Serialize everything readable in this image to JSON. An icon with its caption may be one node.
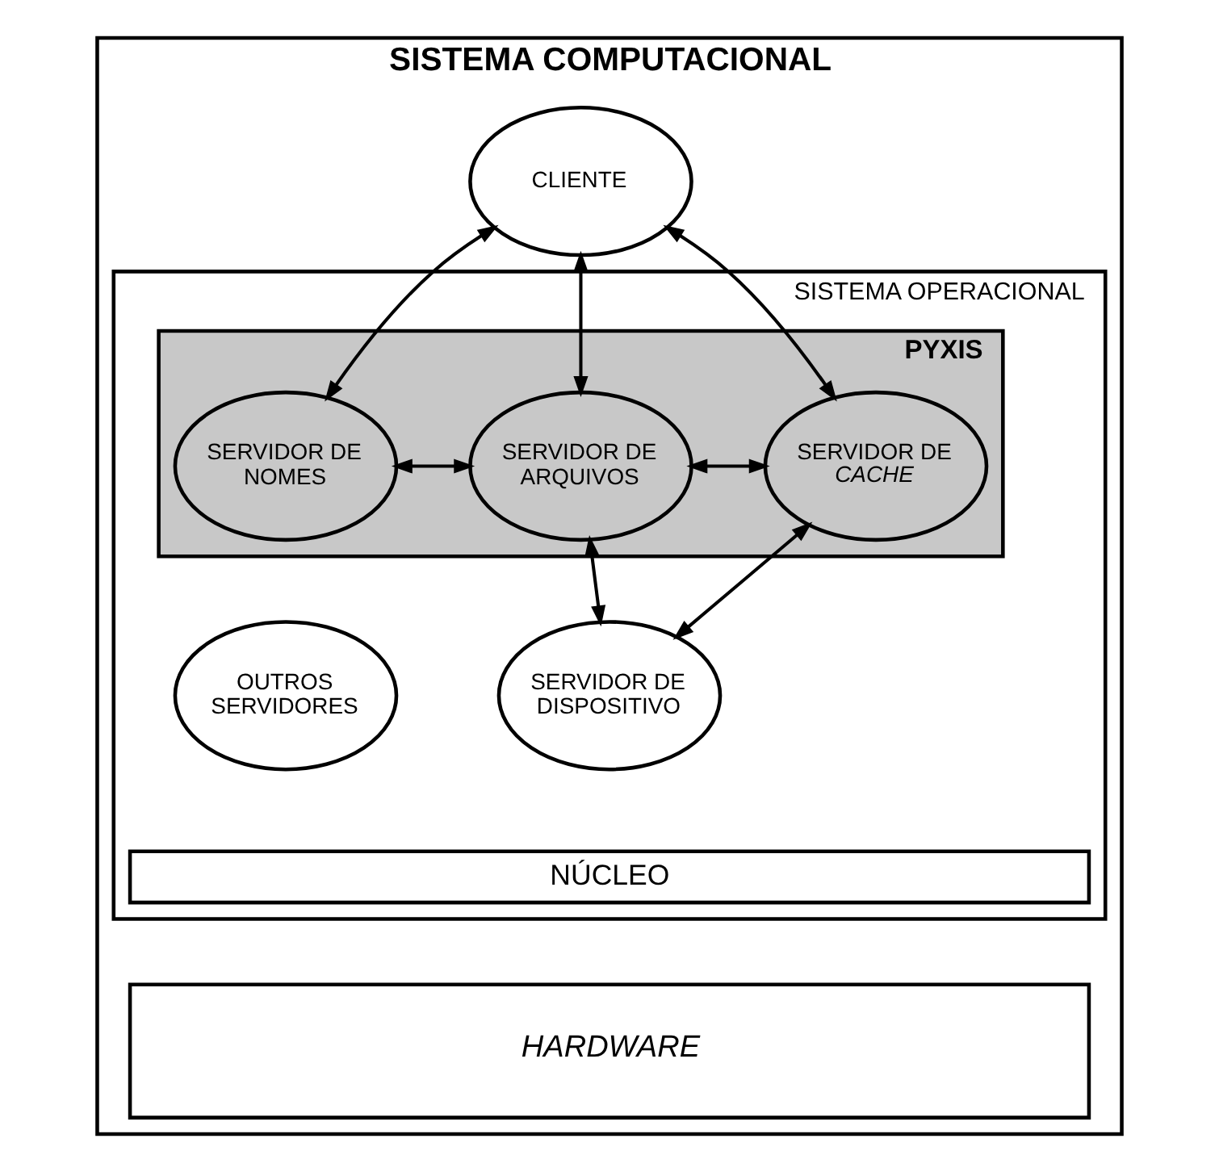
{
  "diagram": {
    "nodes": [
      {
        "text": [
          "SISTEMA COMPUTACIONAL"
        ]
      },
      {
        "text": [
          "CLIENTE"
        ],
        "in": 0
      },
      {
        "text": [
          "SISTEMA OPERACIONAL"
        ],
        "in": 0
      },
      {
        "text": [
          "PYXIS"
        ],
        "in": 2
      },
      {
        "text": [
          "SERVIDOR DE NOMES"
        ],
        "in": 3
      },
      {
        "text": [
          "SERVIDOR DE ARQUIVOS"
        ],
        "in": 3
      },
      {
        "text": [
          "SERVIDOR DE *CACHE*"
        ],
        "in": 3
      },
      {
        "text": [
          "OUTROS SERVIDORES"
        ],
        "in": 2
      },
      {
        "text": [
          "SERVIDOR DE DISPOSITIVO"
        ],
        "in": 2
      },
      {
        "text": [
          "NÚCLEO"
        ],
        "in": 2
      },
      {
        "text": [
          "HARDWARE"
        ],
        "in": 0
      }
    ],
    "edges": [
      {
        "from": 1,
        "to": 4,
        "arrow": "both"
      },
      {
        "from": 1,
        "to": 5,
        "arrow": "both"
      },
      {
        "from": 1,
        "to": 6,
        "arrow": "both"
      },
      {
        "from": 4,
        "to": 5,
        "arrow": "both"
      },
      {
        "from": 5,
        "to": 6,
        "arrow": "both"
      },
      {
        "from": 5,
        "to": 8,
        "arrow": "both"
      },
      {
        "from": 6,
        "to": 8,
        "arrow": "both"
      }
    ]
  }
}
